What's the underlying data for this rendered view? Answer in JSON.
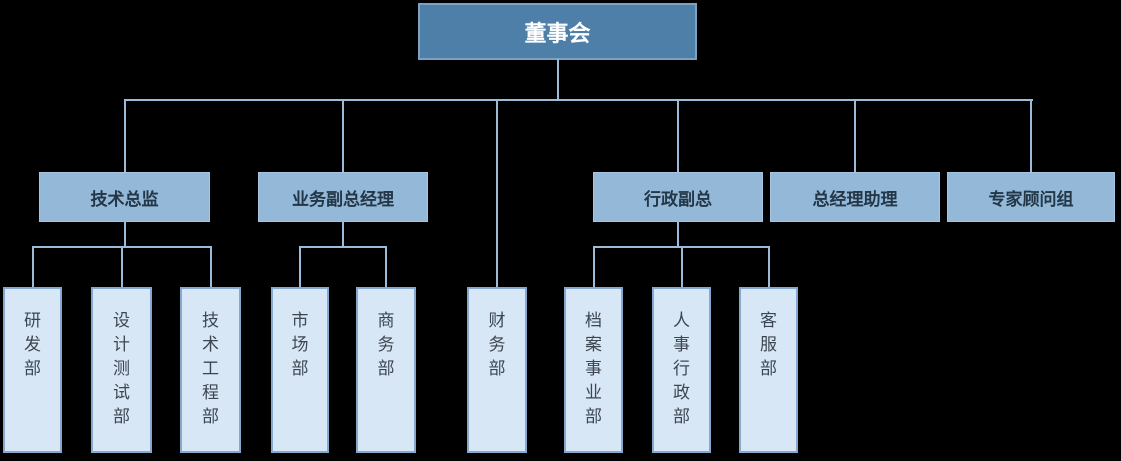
{
  "colors": {
    "background": "#000000",
    "root_fill": "#4E7FA8",
    "root_border": "#7CA2BF",
    "root_text": "#FFFFFF",
    "level2_fill": "#93B8D8",
    "level2_border": "#A7C5E0",
    "level2_text": "#233748",
    "level3_fill": "#D8E7F6",
    "level3_border": "#85A9CE",
    "level3_text": "#3D4650",
    "connector": "#9CBBD9"
  },
  "org": {
    "root": {
      "id": "board",
      "label": "董事会"
    },
    "level2": [
      {
        "id": "tech-director",
        "label": "技术总监"
      },
      {
        "id": "business-deputy-gm",
        "label": "业务副总经理"
      },
      {
        "id": "admin-deputy-gm",
        "label": "行政副总"
      },
      {
        "id": "gm-assistant",
        "label": "总经理助理"
      },
      {
        "id": "expert-advisory-group",
        "label": "专家顾问组"
      }
    ],
    "level3": [
      {
        "id": "rd-dept",
        "label": "研发部",
        "parent": "tech-director"
      },
      {
        "id": "design-test-dept",
        "label": "设计测试部",
        "parent": "tech-director"
      },
      {
        "id": "tech-engineering-dept",
        "label": "技术工程部",
        "parent": "tech-director"
      },
      {
        "id": "marketing-dept",
        "label": "市场部",
        "parent": "business-deputy-gm"
      },
      {
        "id": "commerce-dept",
        "label": "商务部",
        "parent": "business-deputy-gm"
      },
      {
        "id": "finance-dept",
        "label": "财务部",
        "parent": "board"
      },
      {
        "id": "archives-dept",
        "label": "档案事业部",
        "parent": "admin-deputy-gm"
      },
      {
        "id": "hr-admin-dept",
        "label": "人事行政部",
        "parent": "admin-deputy-gm"
      },
      {
        "id": "customer-service-dept",
        "label": "客服部",
        "parent": "admin-deputy-gm"
      }
    ]
  }
}
